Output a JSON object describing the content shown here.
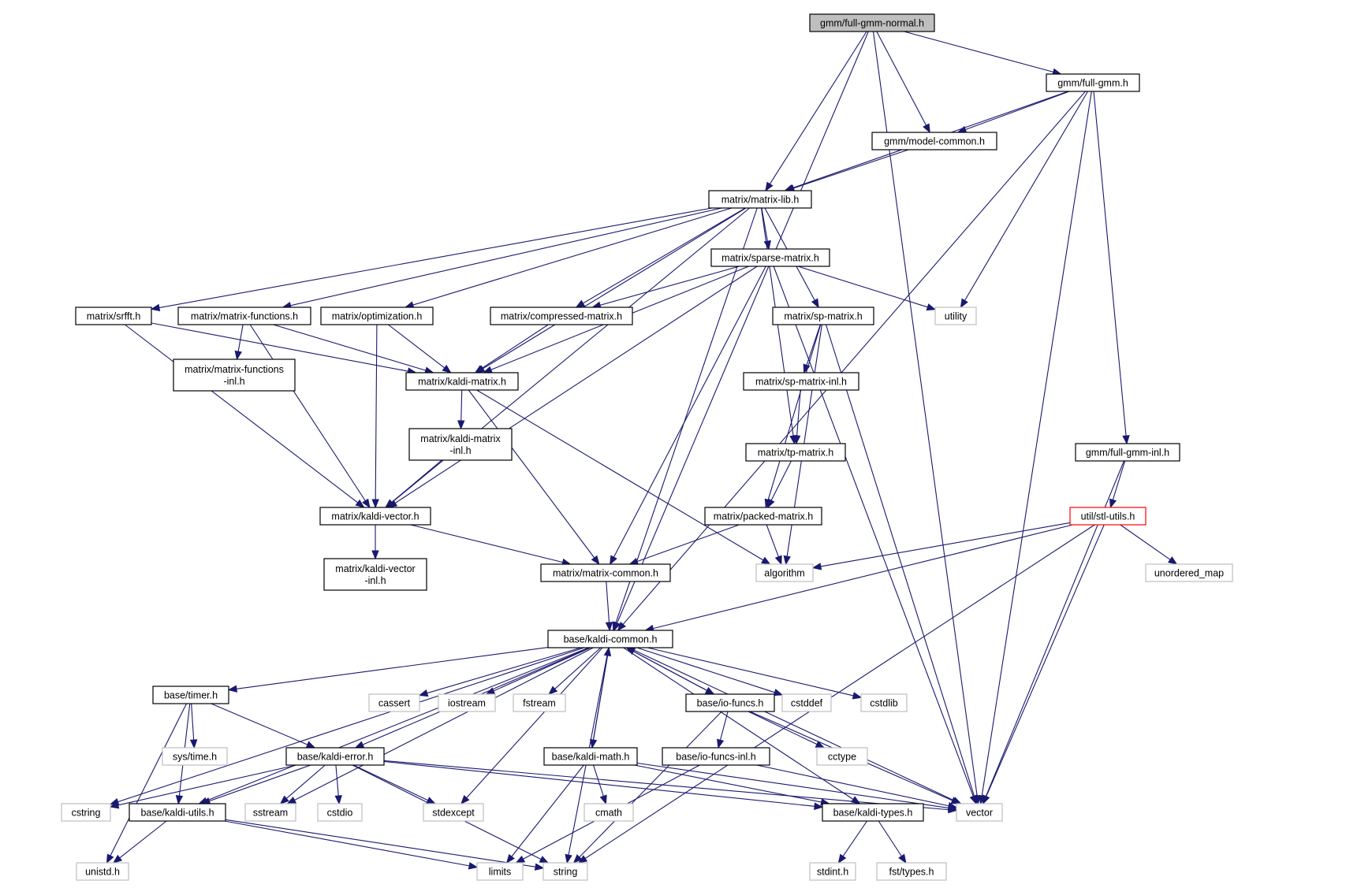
{
  "colors": {
    "edge": "#191970",
    "node_border": "#000000",
    "system_border": "#bfbfbf",
    "truncated_border": "#ff0000",
    "root_fill": "#bfbfbf",
    "fill": "#ffffff"
  },
  "nodes": [
    {
      "id": "full-gmm-normal",
      "lines": [
        "gmm/full-gmm-normal.h"
      ],
      "kind": "root"
    },
    {
      "id": "full-gmm",
      "lines": [
        "gmm/full-gmm.h"
      ],
      "kind": "local"
    },
    {
      "id": "model-common",
      "lines": [
        "gmm/model-common.h"
      ],
      "kind": "local"
    },
    {
      "id": "matrix-lib",
      "lines": [
        "matrix/matrix-lib.h"
      ],
      "kind": "local"
    },
    {
      "id": "sparse-matrix",
      "lines": [
        "matrix/sparse-matrix.h"
      ],
      "kind": "local"
    },
    {
      "id": "srfft",
      "lines": [
        "matrix/srfft.h"
      ],
      "kind": "local"
    },
    {
      "id": "matrix-functions",
      "lines": [
        "matrix/matrix-functions.h"
      ],
      "kind": "local"
    },
    {
      "id": "optimization",
      "lines": [
        "matrix/optimization.h"
      ],
      "kind": "local"
    },
    {
      "id": "compressed-matrix",
      "lines": [
        "matrix/compressed-matrix.h"
      ],
      "kind": "local"
    },
    {
      "id": "sp-matrix",
      "lines": [
        "matrix/sp-matrix.h"
      ],
      "kind": "local"
    },
    {
      "id": "utility",
      "lines": [
        "utility"
      ],
      "kind": "system"
    },
    {
      "id": "matrix-functions-inl",
      "lines": [
        "matrix/matrix-functions",
        "-inl.h"
      ],
      "kind": "local"
    },
    {
      "id": "kaldi-matrix",
      "lines": [
        "matrix/kaldi-matrix.h"
      ],
      "kind": "local"
    },
    {
      "id": "sp-matrix-inl",
      "lines": [
        "matrix/sp-matrix-inl.h"
      ],
      "kind": "local"
    },
    {
      "id": "kaldi-matrix-inl",
      "lines": [
        "matrix/kaldi-matrix",
        "-inl.h"
      ],
      "kind": "local"
    },
    {
      "id": "tp-matrix",
      "lines": [
        "matrix/tp-matrix.h"
      ],
      "kind": "local"
    },
    {
      "id": "full-gmm-inl",
      "lines": [
        "gmm/full-gmm-inl.h"
      ],
      "kind": "local"
    },
    {
      "id": "kaldi-vector",
      "lines": [
        "matrix/kaldi-vector.h"
      ],
      "kind": "local"
    },
    {
      "id": "packed-matrix",
      "lines": [
        "matrix/packed-matrix.h"
      ],
      "kind": "local"
    },
    {
      "id": "stl-utils",
      "lines": [
        "util/stl-utils.h"
      ],
      "kind": "truncated"
    },
    {
      "id": "kaldi-vector-inl",
      "lines": [
        "matrix/kaldi-vector",
        "-inl.h"
      ],
      "kind": "local"
    },
    {
      "id": "matrix-common",
      "lines": [
        "matrix/matrix-common.h"
      ],
      "kind": "local"
    },
    {
      "id": "algorithm",
      "lines": [
        "algorithm"
      ],
      "kind": "system"
    },
    {
      "id": "unordered_map",
      "lines": [
        "unordered_map"
      ],
      "kind": "system"
    },
    {
      "id": "kaldi-common",
      "lines": [
        "base/kaldi-common.h"
      ],
      "kind": "local"
    },
    {
      "id": "timer",
      "lines": [
        "base/timer.h"
      ],
      "kind": "local"
    },
    {
      "id": "cassert",
      "lines": [
        "cassert"
      ],
      "kind": "system"
    },
    {
      "id": "iostream",
      "lines": [
        "iostream"
      ],
      "kind": "system"
    },
    {
      "id": "fstream",
      "lines": [
        "fstream"
      ],
      "kind": "system"
    },
    {
      "id": "io-funcs",
      "lines": [
        "base/io-funcs.h"
      ],
      "kind": "local"
    },
    {
      "id": "cstddef",
      "lines": [
        "cstddef"
      ],
      "kind": "system"
    },
    {
      "id": "cstdlib",
      "lines": [
        "cstdlib"
      ],
      "kind": "system"
    },
    {
      "id": "sys-time",
      "lines": [
        "sys/time.h"
      ],
      "kind": "system"
    },
    {
      "id": "kaldi-error",
      "lines": [
        "base/kaldi-error.h"
      ],
      "kind": "local"
    },
    {
      "id": "kaldi-math",
      "lines": [
        "base/kaldi-math.h"
      ],
      "kind": "local"
    },
    {
      "id": "io-funcs-inl",
      "lines": [
        "base/io-funcs-inl.h"
      ],
      "kind": "local"
    },
    {
      "id": "cctype",
      "lines": [
        "cctype"
      ],
      "kind": "system"
    },
    {
      "id": "cstring",
      "lines": [
        "cstring"
      ],
      "kind": "system"
    },
    {
      "id": "kaldi-utils",
      "lines": [
        "base/kaldi-utils.h"
      ],
      "kind": "local"
    },
    {
      "id": "sstream",
      "lines": [
        "sstream"
      ],
      "kind": "system"
    },
    {
      "id": "cstdio",
      "lines": [
        "cstdio"
      ],
      "kind": "system"
    },
    {
      "id": "stdexcept",
      "lines": [
        "stdexcept"
      ],
      "kind": "system"
    },
    {
      "id": "cmath",
      "lines": [
        "cmath"
      ],
      "kind": "system"
    },
    {
      "id": "kaldi-types",
      "lines": [
        "base/kaldi-types.h"
      ],
      "kind": "local"
    },
    {
      "id": "vector",
      "lines": [
        "vector"
      ],
      "kind": "system"
    },
    {
      "id": "unistd",
      "lines": [
        "unistd.h"
      ],
      "kind": "system"
    },
    {
      "id": "limits",
      "lines": [
        "limits"
      ],
      "kind": "system"
    },
    {
      "id": "string",
      "lines": [
        "string"
      ],
      "kind": "system"
    },
    {
      "id": "stdint",
      "lines": [
        "stdint.h"
      ],
      "kind": "system"
    },
    {
      "id": "fst-types",
      "lines": [
        "fst/types.h"
      ],
      "kind": "system"
    }
  ],
  "edges": [
    [
      "full-gmm-normal",
      "full-gmm"
    ],
    [
      "full-gmm-normal",
      "model-common"
    ],
    [
      "full-gmm-normal",
      "matrix-lib"
    ],
    [
      "full-gmm-normal",
      "kaldi-common"
    ],
    [
      "full-gmm-normal",
      "vector"
    ],
    [
      "full-gmm",
      "model-common"
    ],
    [
      "full-gmm",
      "matrix-lib"
    ],
    [
      "full-gmm",
      "utility"
    ],
    [
      "full-gmm",
      "full-gmm-inl"
    ],
    [
      "full-gmm",
      "kaldi-common"
    ],
    [
      "full-gmm",
      "vector"
    ],
    [
      "model-common",
      "matrix-lib"
    ],
    [
      "matrix-lib",
      "sparse-matrix"
    ],
    [
      "matrix-lib",
      "srfft"
    ],
    [
      "matrix-lib",
      "matrix-functions"
    ],
    [
      "matrix-lib",
      "optimization"
    ],
    [
      "matrix-lib",
      "compressed-matrix"
    ],
    [
      "matrix-lib",
      "sp-matrix"
    ],
    [
      "matrix-lib",
      "kaldi-matrix"
    ],
    [
      "matrix-lib",
      "tp-matrix"
    ],
    [
      "matrix-lib",
      "kaldi-vector"
    ],
    [
      "matrix-lib",
      "kaldi-common"
    ],
    [
      "sparse-matrix",
      "compressed-matrix"
    ],
    [
      "sparse-matrix",
      "kaldi-matrix"
    ],
    [
      "sparse-matrix",
      "kaldi-vector"
    ],
    [
      "sparse-matrix",
      "matrix-common"
    ],
    [
      "sparse-matrix",
      "utility"
    ],
    [
      "sparse-matrix",
      "vector"
    ],
    [
      "srfft",
      "kaldi-matrix"
    ],
    [
      "srfft",
      "kaldi-vector"
    ],
    [
      "matrix-functions",
      "matrix-functions-inl"
    ],
    [
      "matrix-functions",
      "kaldi-matrix"
    ],
    [
      "matrix-functions",
      "kaldi-vector"
    ],
    [
      "optimization",
      "kaldi-matrix"
    ],
    [
      "optimization",
      "kaldi-vector"
    ],
    [
      "compressed-matrix",
      "kaldi-matrix"
    ],
    [
      "sp-matrix",
      "sp-matrix-inl"
    ],
    [
      "sp-matrix",
      "packed-matrix"
    ],
    [
      "sp-matrix",
      "algorithm"
    ],
    [
      "sp-matrix",
      "vector"
    ],
    [
      "kaldi-matrix",
      "kaldi-matrix-inl"
    ],
    [
      "kaldi-matrix",
      "matrix-common"
    ],
    [
      "kaldi-matrix",
      "algorithm"
    ],
    [
      "kaldi-matrix-inl",
      "kaldi-vector"
    ],
    [
      "sp-matrix-inl",
      "tp-matrix"
    ],
    [
      "tp-matrix",
      "packed-matrix"
    ],
    [
      "packed-matrix",
      "matrix-common"
    ],
    [
      "packed-matrix",
      "algorithm"
    ],
    [
      "full-gmm-inl",
      "stl-utils"
    ],
    [
      "full-gmm-inl",
      "vector"
    ],
    [
      "stl-utils",
      "algorithm"
    ],
    [
      "stl-utils",
      "unordered_map"
    ],
    [
      "stl-utils",
      "kaldi-common"
    ],
    [
      "stl-utils",
      "vector"
    ],
    [
      "stl-utils",
      "string"
    ],
    [
      "kaldi-vector",
      "kaldi-vector-inl"
    ],
    [
      "kaldi-vector",
      "matrix-common"
    ],
    [
      "matrix-common",
      "kaldi-common"
    ],
    [
      "kaldi-common",
      "timer"
    ],
    [
      "kaldi-common",
      "cassert"
    ],
    [
      "kaldi-common",
      "iostream"
    ],
    [
      "kaldi-common",
      "fstream"
    ],
    [
      "kaldi-common",
      "io-funcs"
    ],
    [
      "kaldi-common",
      "cstddef"
    ],
    [
      "kaldi-common",
      "cstdlib"
    ],
    [
      "kaldi-common",
      "kaldi-error"
    ],
    [
      "kaldi-common",
      "kaldi-math"
    ],
    [
      "kaldi-common",
      "kaldi-utils"
    ],
    [
      "kaldi-common",
      "cstring"
    ],
    [
      "kaldi-common",
      "sstream"
    ],
    [
      "kaldi-common",
      "stdexcept"
    ],
    [
      "kaldi-common",
      "string"
    ],
    [
      "kaldi-common",
      "kaldi-types"
    ],
    [
      "kaldi-common",
      "vector"
    ],
    [
      "timer",
      "sys-time"
    ],
    [
      "timer",
      "kaldi-error"
    ],
    [
      "timer",
      "kaldi-utils"
    ],
    [
      "timer",
      "unistd"
    ],
    [
      "io-funcs",
      "kaldi-common"
    ],
    [
      "io-funcs",
      "io-funcs-inl"
    ],
    [
      "io-funcs",
      "cctype"
    ],
    [
      "io-funcs",
      "vector"
    ],
    [
      "io-funcs",
      "string"
    ],
    [
      "kaldi-error",
      "cstring"
    ],
    [
      "kaldi-error",
      "kaldi-utils"
    ],
    [
      "kaldi-error",
      "sstream"
    ],
    [
      "kaldi-error",
      "cstdio"
    ],
    [
      "kaldi-error",
      "stdexcept"
    ],
    [
      "kaldi-error",
      "string"
    ],
    [
      "kaldi-error",
      "kaldi-types"
    ],
    [
      "kaldi-error",
      "vector"
    ],
    [
      "kaldi-math",
      "kaldi-common"
    ],
    [
      "kaldi-math",
      "cmath"
    ],
    [
      "kaldi-math",
      "limits"
    ],
    [
      "kaldi-math",
      "kaldi-types"
    ],
    [
      "kaldi-math",
      "vector"
    ],
    [
      "io-funcs-inl",
      "limits"
    ],
    [
      "io-funcs-inl",
      "vector"
    ],
    [
      "kaldi-utils",
      "unistd"
    ],
    [
      "kaldi-utils",
      "limits"
    ],
    [
      "kaldi-utils",
      "string"
    ],
    [
      "kaldi-types",
      "stdint"
    ],
    [
      "kaldi-types",
      "fst-types"
    ]
  ]
}
